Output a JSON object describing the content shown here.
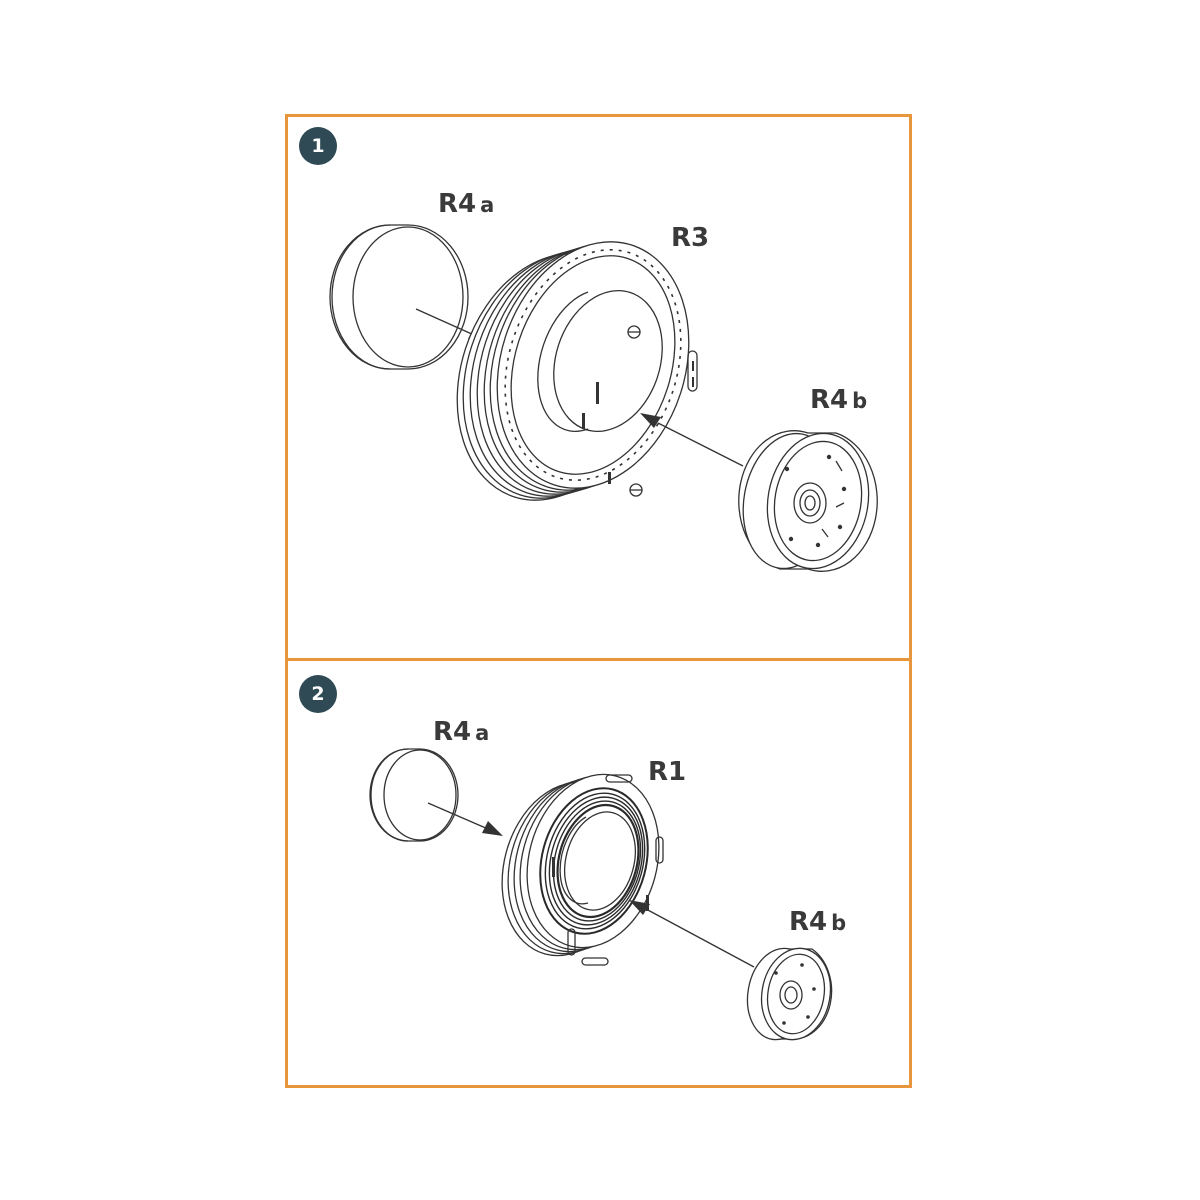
{
  "steps": [
    {
      "number": "1",
      "labels": {
        "cap": {
          "main": "R4",
          "sub": "a"
        },
        "tire": {
          "main": "R3"
        },
        "hub": {
          "main": "R4",
          "sub": "b"
        }
      }
    },
    {
      "number": "2",
      "labels": {
        "cap": {
          "main": "R4",
          "sub": "a"
        },
        "tire": {
          "main": "R1"
        },
        "hub": {
          "main": "R4",
          "sub": "b"
        }
      }
    }
  ],
  "colors": {
    "frame": "#e8963c",
    "badge": "#2f4a55",
    "line": "#333333"
  }
}
